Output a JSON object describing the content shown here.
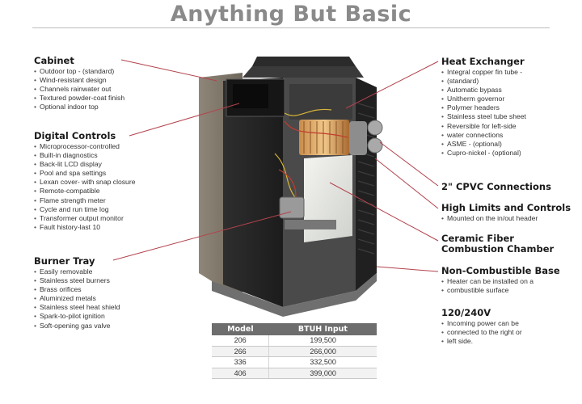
{
  "title": "Anything But Basic",
  "left_sections": [
    {
      "heading": "Cabinet",
      "items": [
        "Outdoor top - (standard)",
        "Wind-resistant design",
        "Channels rainwater out",
        "Textured powder-coat finish",
        "Optional indoor top"
      ]
    },
    {
      "heading": "Digital Controls",
      "items": [
        "Microprocessor-controlled",
        "Built-in diagnostics",
        "Back-lit LCD display",
        "Pool and spa settings",
        "Lexan cover- with snap closure",
        "Remote-compatible",
        "Flame strength meter",
        "Cycle and run time log",
        "Transformer output monitor",
        "Fault history-last 10"
      ]
    },
    {
      "heading": "Burner Tray",
      "items": [
        "Easily removable",
        "Stainless steel burners",
        "Brass orifices",
        "Aluminized metals",
        "Stainless steel heat shield",
        "Spark-to-pilot ignition",
        "Soft-opening gas valve"
      ]
    }
  ],
  "right_sections": [
    {
      "heading": "Heat Exchanger",
      "items": [
        "Integral copper fin tube -",
        "(standard)",
        "Automatic bypass",
        "Unitherm governor",
        "Polymer headers",
        "Stainless steel tube sheet",
        "Reversible for left-side",
        "water connections",
        "ASME - (optional)",
        "Cupro-nickel - (optional)"
      ]
    },
    {
      "heading": "2\" CPVC Connections",
      "items": []
    },
    {
      "heading": "High Limits and Controls",
      "items": [
        "Mounted on the in/out header"
      ]
    },
    {
      "heading": "Ceramic Fiber\nCombustion Chamber",
      "items": []
    },
    {
      "heading": "Non-Combustible Base",
      "items": [
        "Heater can be installed on a",
        "combustible surface"
      ]
    },
    {
      "heading": "120/240V",
      "items": [
        "Incoming power can be",
        "connected to the right or",
        "left side."
      ]
    }
  ],
  "spec_table": {
    "headers": [
      "Model",
      "BTUH Input"
    ],
    "rows": [
      [
        "206",
        "199,500"
      ],
      [
        "266",
        "266,000"
      ],
      [
        "336",
        "332,500"
      ],
      [
        "406",
        "399,000"
      ]
    ]
  },
  "colors": {
    "title": "#8a8a8a",
    "leader": "#b3434d",
    "table_header": "#6d6d6d",
    "cabinet": "#262626",
    "side_panel": "#8c8275"
  }
}
